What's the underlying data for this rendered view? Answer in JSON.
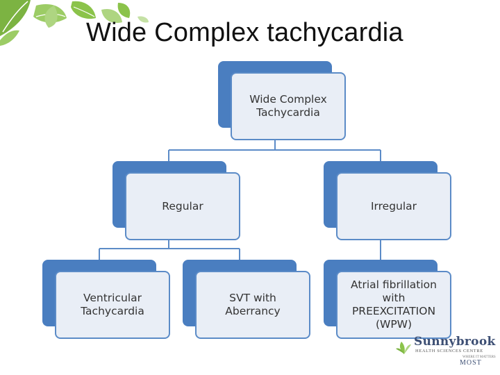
{
  "slide": {
    "title": "Wide Complex tachycardia"
  },
  "diagram": {
    "root": {
      "label": "Wide Complex\nTachycardia"
    },
    "level2": [
      {
        "label": "Regular"
      },
      {
        "label": "Irregular"
      }
    ],
    "level3": [
      {
        "label": "Ventricular\nTachycardia"
      },
      {
        "label": "SVT with\nAberrancy"
      },
      {
        "label": "Atrial fibrillation\nwith\nPREEXCITATION\n(WPW)"
      }
    ]
  },
  "logo": {
    "name": "Sunnybrook",
    "subtitle": "HEALTH SCIENCES CENTRE",
    "tagline": "WHERE IT MATTERS",
    "word": "MOST"
  },
  "colors": {
    "box_shadow": "#4a7ec0",
    "box_fill": "#e9eef6",
    "box_border": "#5b8bc7",
    "connector": "#5b8bc7",
    "leaf_green": "#8bc34a"
  }
}
